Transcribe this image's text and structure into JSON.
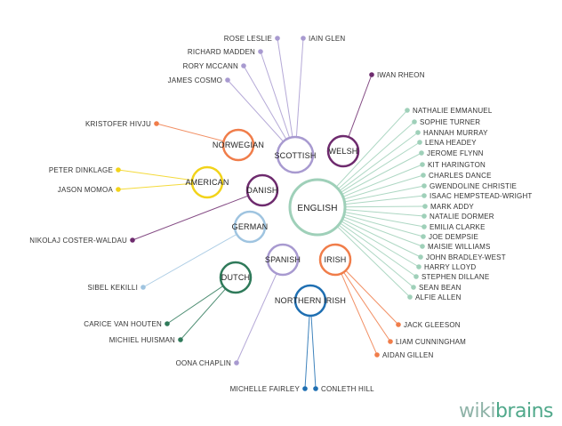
{
  "colors": {
    "scottish": "#a89ad0",
    "welsh": "#6e2b6e",
    "norwegian": "#f07d4a",
    "american": "#f2d31a",
    "danish": "#6e2b6e",
    "english": "#9fd0b9",
    "german": "#9fc4e0",
    "spanish": "#a89ad0",
    "irish": "#f07d4a",
    "dutch": "#2f7a5a",
    "northern_irish": "#1f6fb2"
  },
  "nationalities": [
    {
      "id": "scottish",
      "label": "SCOTTISH"
    },
    {
      "id": "welsh",
      "label": "WELSH"
    },
    {
      "id": "norwegian",
      "label": "NORWEGIAN"
    },
    {
      "id": "american",
      "label": "AMERICAN"
    },
    {
      "id": "danish",
      "label": "DANISH"
    },
    {
      "id": "english",
      "label": "ENGLISH"
    },
    {
      "id": "german",
      "label": "GERMAN"
    },
    {
      "id": "spanish",
      "label": "SPANISH"
    },
    {
      "id": "irish",
      "label": "IRISH"
    },
    {
      "id": "dutch",
      "label": "DUTCH"
    },
    {
      "id": "northern_irish",
      "label": "NORTHERN IRISH"
    }
  ],
  "actors": [
    {
      "name": "ROSE LESLIE",
      "nationality": "scottish"
    },
    {
      "name": "IAIN GLEN",
      "nationality": "scottish"
    },
    {
      "name": "RICHARD MADDEN",
      "nationality": "scottish"
    },
    {
      "name": "RORY MCCANN",
      "nationality": "scottish"
    },
    {
      "name": "JAMES COSMO",
      "nationality": "scottish"
    },
    {
      "name": "IWAN RHEON",
      "nationality": "welsh"
    },
    {
      "name": "KRISTOFER HIVJU",
      "nationality": "norwegian"
    },
    {
      "name": "PETER DINKLAGE",
      "nationality": "american"
    },
    {
      "name": "JASON MOMOA",
      "nationality": "american"
    },
    {
      "name": "NIKOLAJ COSTER-WALDAU",
      "nationality": "danish"
    },
    {
      "name": "SIBEL KEKILLI",
      "nationality": "german"
    },
    {
      "name": "CARICE VAN HOUTEN",
      "nationality": "dutch"
    },
    {
      "name": "MICHIEL HUISMAN",
      "nationality": "dutch"
    },
    {
      "name": "OONA CHAPLIN",
      "nationality": "spanish"
    },
    {
      "name": "MICHELLE FAIRLEY",
      "nationality": "northern_irish"
    },
    {
      "name": "CONLETH HILL",
      "nationality": "northern_irish"
    },
    {
      "name": "JACK GLEESON",
      "nationality": "irish"
    },
    {
      "name": "LIAM CUNNINGHAM",
      "nationality": "irish"
    },
    {
      "name": "AIDAN GILLEN",
      "nationality": "irish"
    },
    {
      "name": "NATHALIE EMMANUEL",
      "nationality": "english"
    },
    {
      "name": "SOPHIE TURNER",
      "nationality": "english"
    },
    {
      "name": "HANNAH MURRAY",
      "nationality": "english"
    },
    {
      "name": "LENA HEADEY",
      "nationality": "english"
    },
    {
      "name": "JEROME FLYNN",
      "nationality": "english"
    },
    {
      "name": "KIT HARINGTON",
      "nationality": "english"
    },
    {
      "name": "CHARLES DANCE",
      "nationality": "english"
    },
    {
      "name": "GWENDOLINE CHRISTIE",
      "nationality": "english"
    },
    {
      "name": "ISAAC HEMPSTEAD-WRIGHT",
      "nationality": "english"
    },
    {
      "name": "MARK ADDY",
      "nationality": "english"
    },
    {
      "name": "NATALIE DORMER",
      "nationality": "english"
    },
    {
      "name": "EMILIA CLARKE",
      "nationality": "english"
    },
    {
      "name": "JOE DEMPSIE",
      "nationality": "english"
    },
    {
      "name": "MAISIE WILLIAMS",
      "nationality": "english"
    },
    {
      "name": "JOHN BRADLEY-WEST",
      "nationality": "english"
    },
    {
      "name": "HARRY LLOYD",
      "nationality": "english"
    },
    {
      "name": "STEPHEN DILLANE",
      "nationality": "english"
    },
    {
      "name": "SEAN BEAN",
      "nationality": "english"
    },
    {
      "name": "ALFIE ALLEN",
      "nationality": "english"
    }
  ],
  "logo": {
    "part1": "wiki",
    "part2": "brains"
  }
}
